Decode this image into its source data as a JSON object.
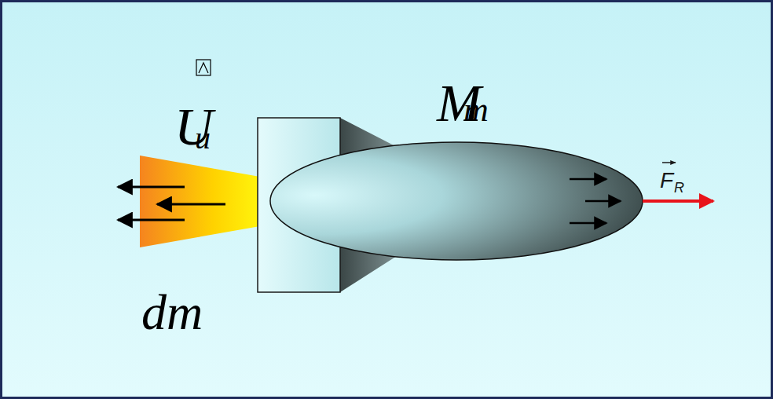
{
  "diagram": {
    "labels": [
      "U",
      "u",
      "M",
      "m",
      "dm",
      "F",
      "R"
    ]
  }
}
